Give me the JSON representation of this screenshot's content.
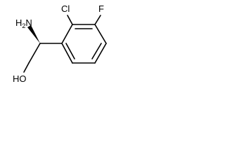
{
  "molecule": {
    "atoms": {
      "amine_symbol": "H",
      "amine_subscript": "2",
      "amine_symbol2": "N",
      "chlorine": "Cl",
      "fluorine": "F",
      "hydroxyl": "HO"
    },
    "stereo_bond": "wedge",
    "colors": {
      "bond": "#000000",
      "text": "#000000",
      "background": "#ffffff"
    }
  }
}
